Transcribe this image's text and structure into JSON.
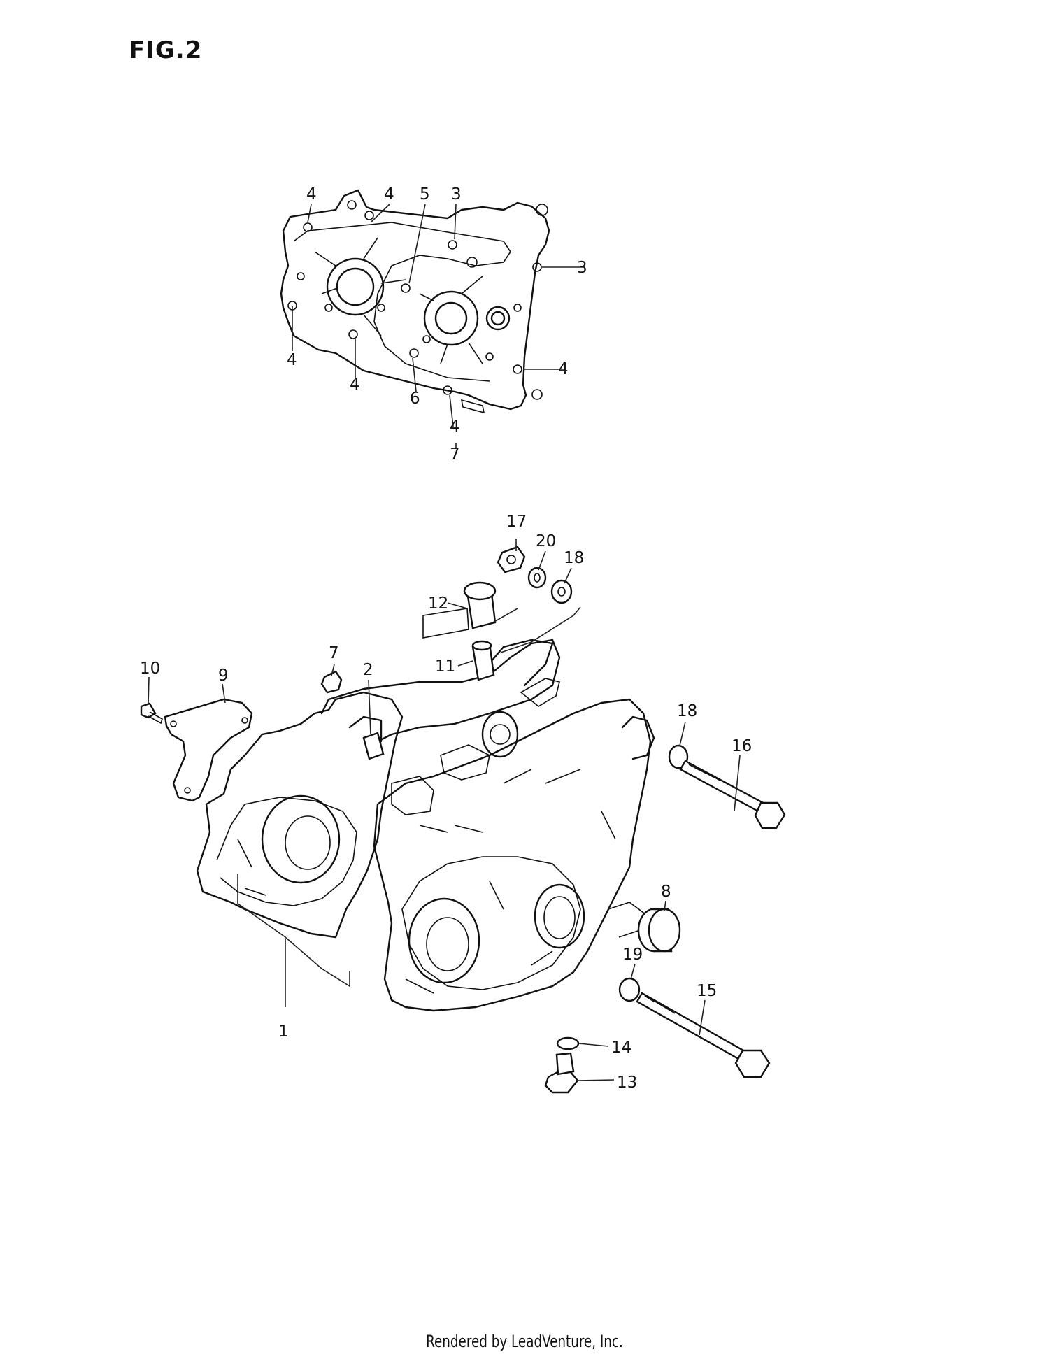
{
  "figure": {
    "title": "FIG.2"
  },
  "gasket_callouts": [
    "4",
    "4",
    "5",
    "3",
    "3",
    "4",
    "4",
    "6",
    "4",
    "4",
    "7"
  ],
  "case_callouts": [
    "17",
    "20",
    "18",
    "12",
    "11",
    "7",
    "2",
    "10",
    "9",
    "18",
    "16",
    "8",
    "19",
    "15",
    "14",
    "13",
    "1"
  ],
  "footer": {
    "text": "Rendered by LeadVenture, Inc."
  }
}
